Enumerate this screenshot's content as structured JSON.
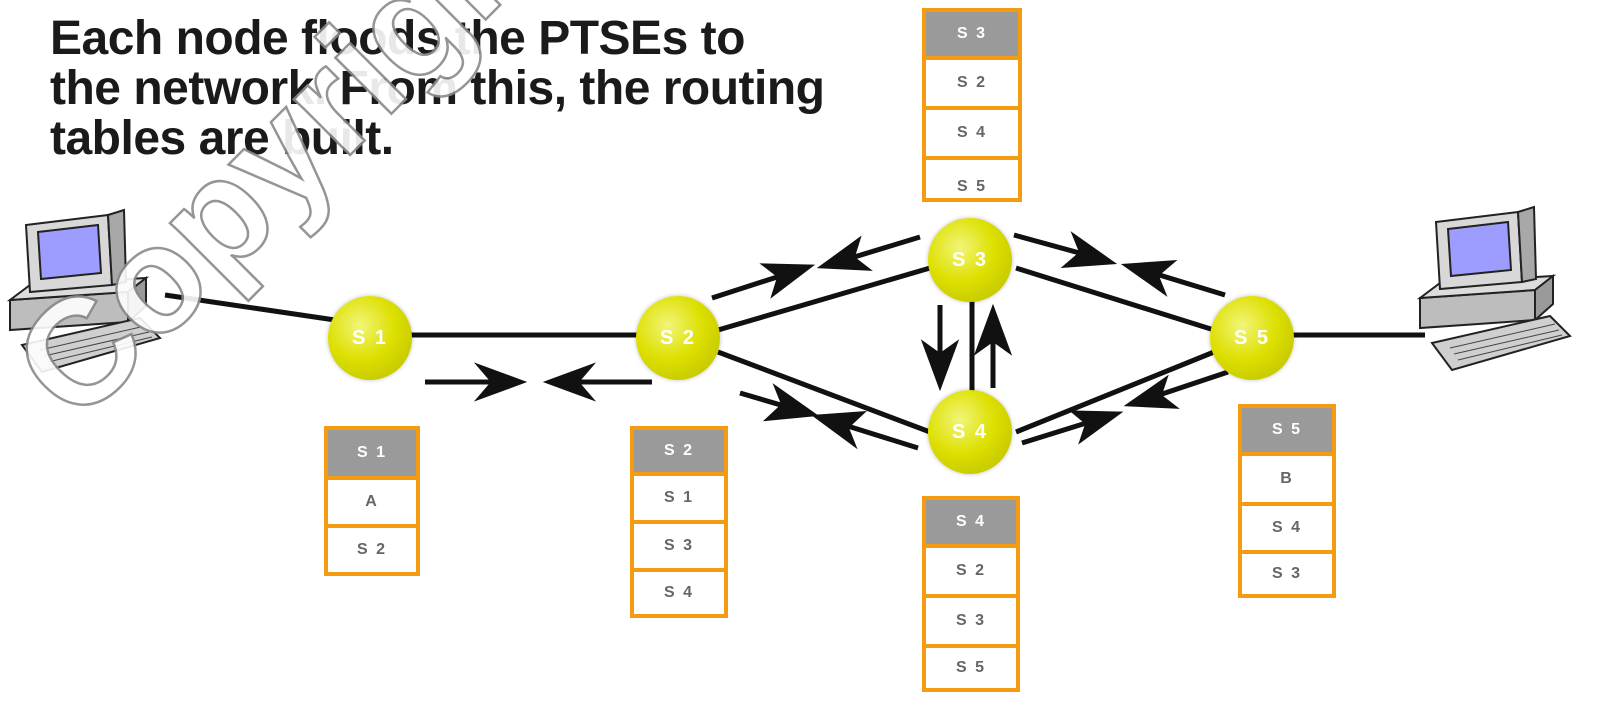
{
  "caption": {
    "line1": "Each node floods the PTSEs to",
    "line2": "the network.  From this, the routing",
    "line3": "tables are built."
  },
  "watermark": "Copyright Michael H",
  "nodes": [
    {
      "id": "s1",
      "label": "S 1"
    },
    {
      "id": "s2",
      "label": "S 2"
    },
    {
      "id": "s3",
      "label": "S 3"
    },
    {
      "id": "s4",
      "label": "S 4"
    },
    {
      "id": "s5",
      "label": "S 5"
    }
  ],
  "tables": {
    "s1": [
      "S 1",
      "A",
      "S 2"
    ],
    "s2": [
      "S 2",
      "S 1",
      "S 3",
      "S 4"
    ],
    "s3": [
      "S 3",
      "S 2",
      "S 4",
      "S 5"
    ],
    "s4": [
      "S 4",
      "S 2",
      "S 3",
      "S 5"
    ],
    "s5": [
      "S 5",
      "B",
      "S 4",
      "S 3"
    ]
  },
  "colors": {
    "node": "#dde000",
    "table_border": "#f39c12",
    "table_header": "#9a9a9a",
    "text": "#1a1a1a"
  },
  "icons": [
    "computer-left-icon",
    "computer-right-icon"
  ]
}
